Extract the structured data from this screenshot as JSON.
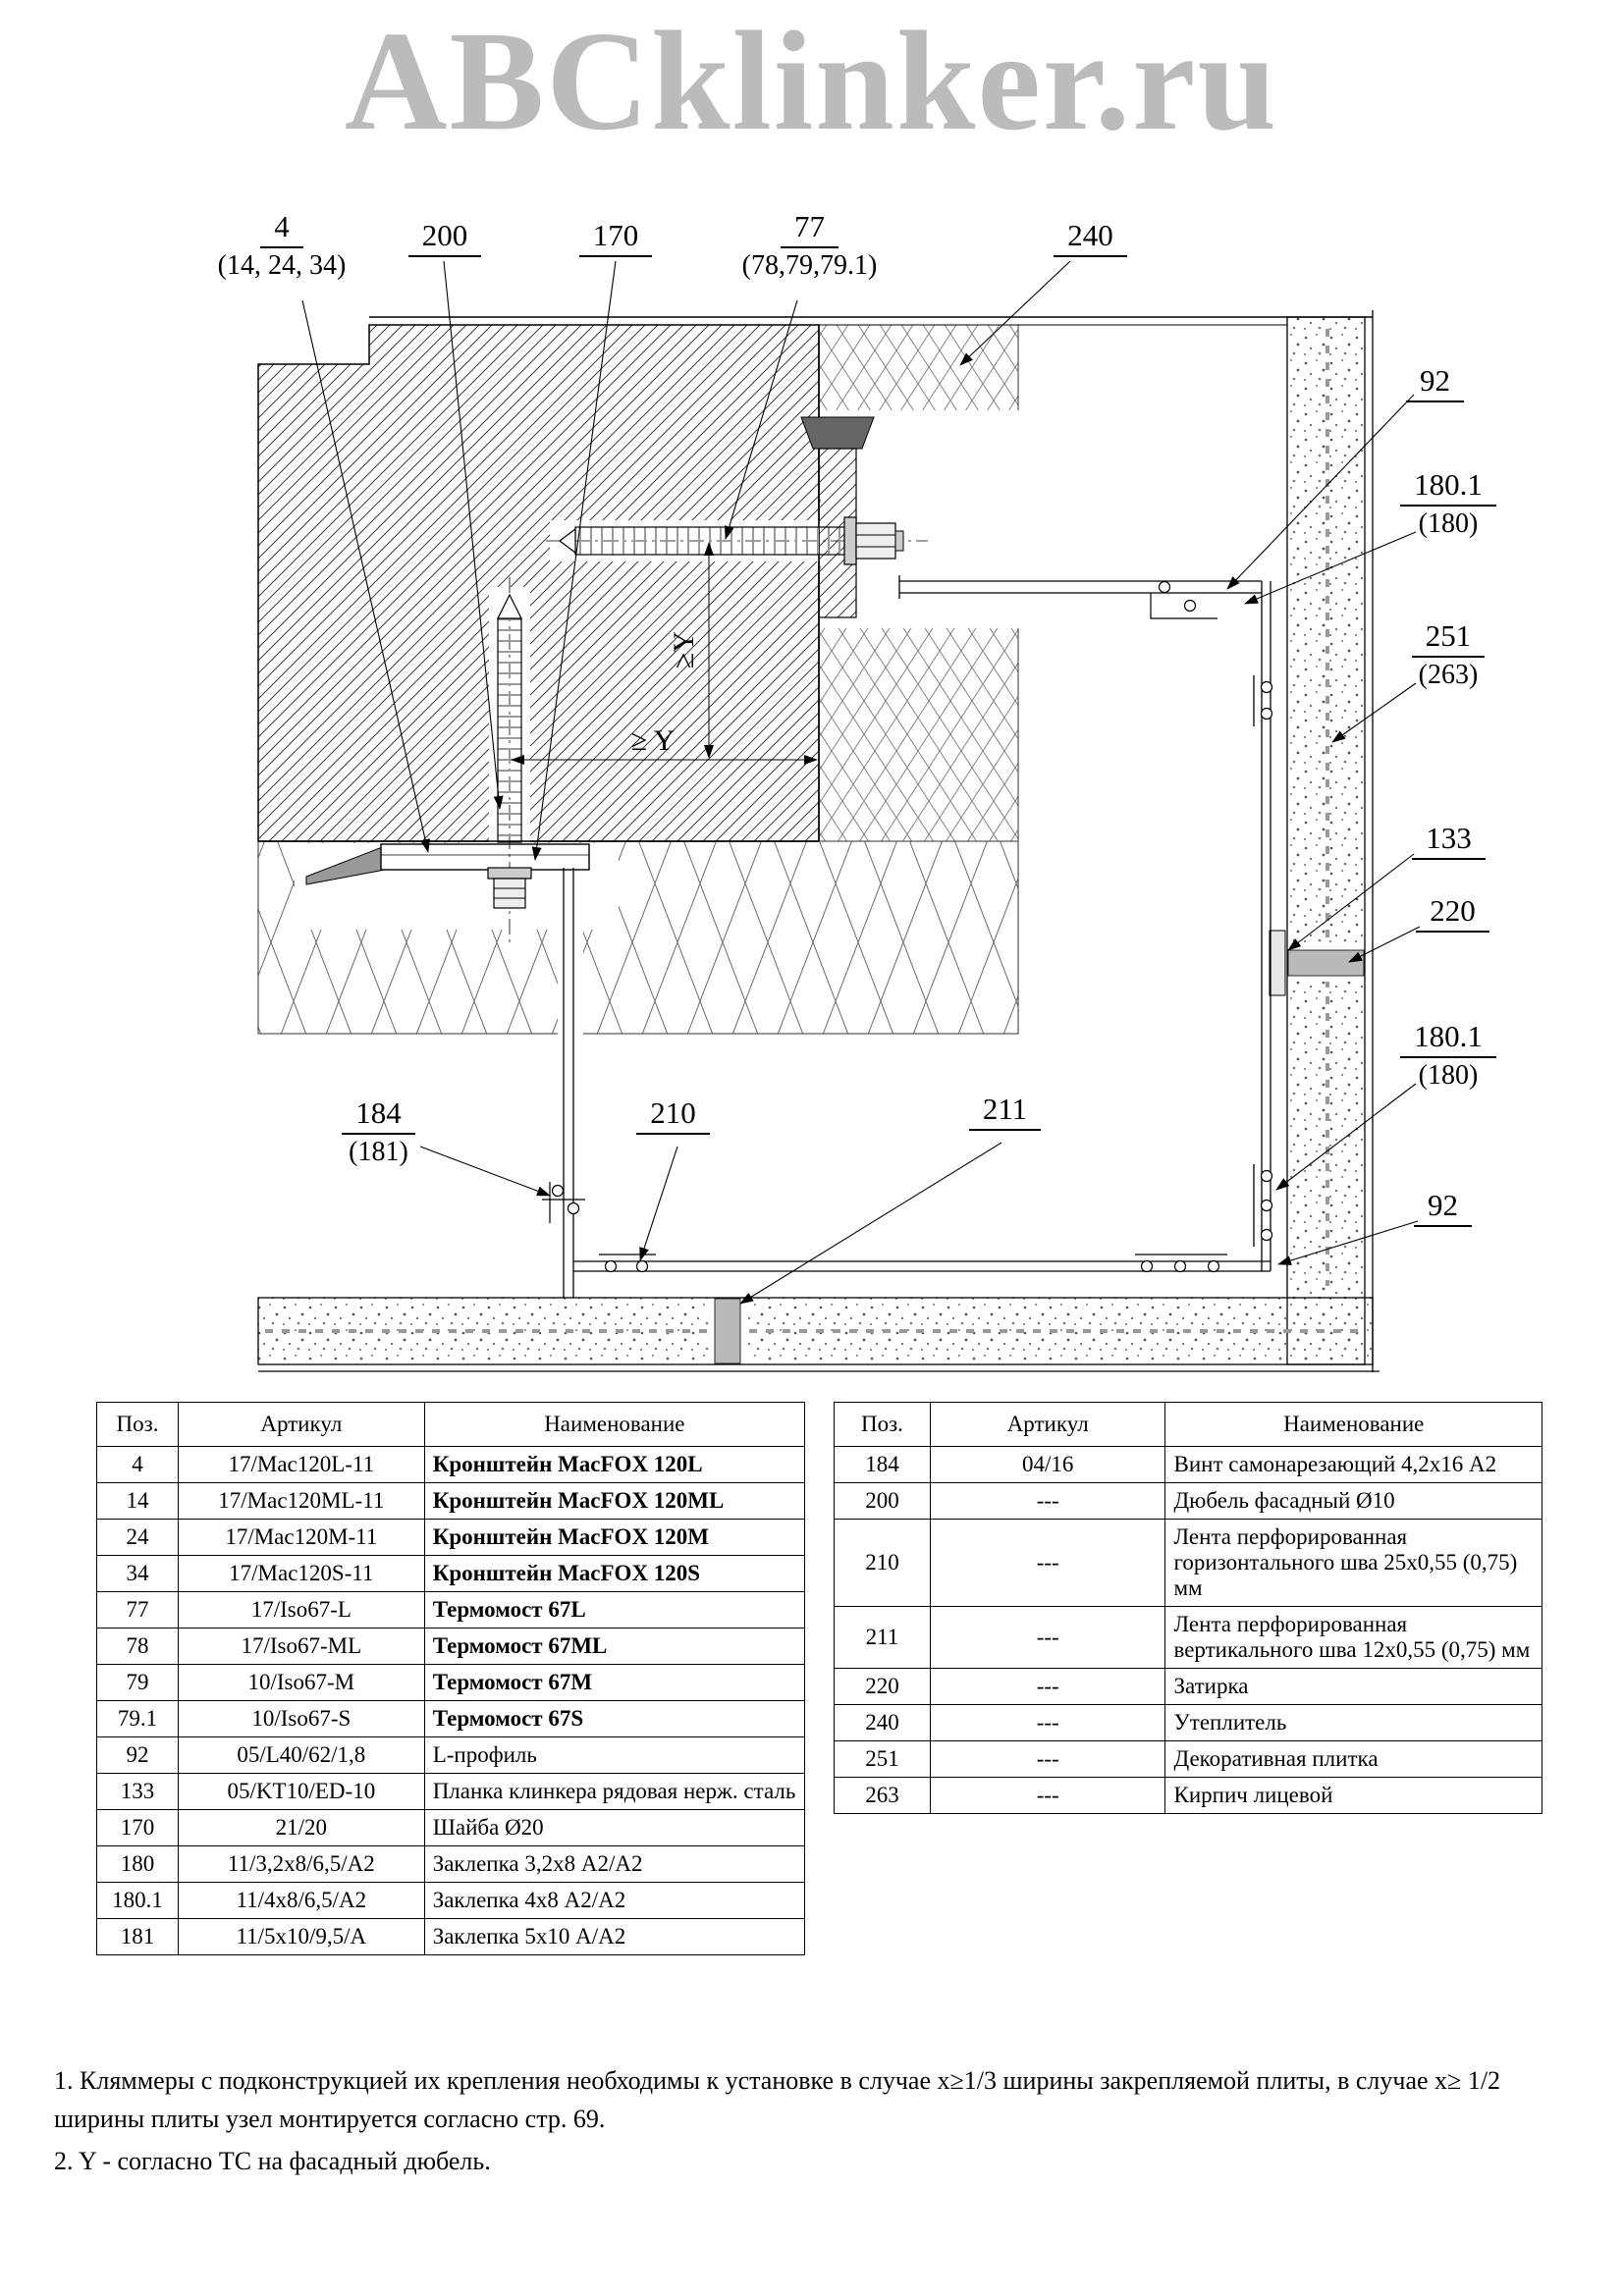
{
  "watermark": "ABCklinker.ru",
  "drawing": {
    "dim_vertical": "≥Y",
    "dim_horizontal": "≥ Y",
    "callouts": {
      "c4": {
        "main": "4",
        "sub": "(14, 24, 34)"
      },
      "c200": {
        "main": "200"
      },
      "c170": {
        "main": "170"
      },
      "c77": {
        "main": "77",
        "sub": "(78,79,79.1)"
      },
      "c240": {
        "main": "240"
      },
      "c92_top": {
        "main": "92"
      },
      "c180_top": {
        "main": "180.1",
        "sub": "(180)"
      },
      "c251": {
        "main": "251",
        "sub": "(263)"
      },
      "c133": {
        "main": "133"
      },
      "c220": {
        "main": "220"
      },
      "c180_bottom": {
        "main": "180.1",
        "sub": "(180)"
      },
      "c92_bottom": {
        "main": "92"
      },
      "c184": {
        "main": "184",
        "sub": "(181)"
      },
      "c210": {
        "main": "210"
      },
      "c211": {
        "main": "211"
      }
    }
  },
  "tables": {
    "left": {
      "headers": {
        "pos": "Поз.",
        "art": "Артикул",
        "name": "Наименование"
      },
      "rows": [
        {
          "pos": "4",
          "art": "17/Mac120L-11",
          "name": "Кронштейн MacFOX 120L"
        },
        {
          "pos": "14",
          "art": "17/Mac120ML-11",
          "name": "Кронштейн MacFOX 120ML"
        },
        {
          "pos": "24",
          "art": "17/Mac120M-11",
          "name": "Кронштейн MacFOX 120M"
        },
        {
          "pos": "34",
          "art": "17/Mac120S-11",
          "name": "Кронштейн MacFOX 120S"
        },
        {
          "pos": "77",
          "art": "17/Iso67-L",
          "name": "Термомост 67L"
        },
        {
          "pos": "78",
          "art": "17/Iso67-ML",
          "name": "Термомост 67ML"
        },
        {
          "pos": "79",
          "art": "10/Iso67-M",
          "name": "Термомост 67M"
        },
        {
          "pos": "79.1",
          "art": "10/Iso67-S",
          "name": "Термомост 67S"
        },
        {
          "pos": "92",
          "art": "05/L40/62/1,8",
          "name": "L-профиль"
        },
        {
          "pos": "133",
          "art": "05/KT10/ED-10",
          "name": "Планка клинкера рядовая нерж. сталь"
        },
        {
          "pos": "170",
          "art": "21/20",
          "name": "Шайба Ø20"
        },
        {
          "pos": "180",
          "art": "11/3,2x8/6,5/A2",
          "name": "Заклепка 3,2x8 А2/А2"
        },
        {
          "pos": "180.1",
          "art": "11/4x8/6,5/A2",
          "name": "Заклепка 4x8 А2/А2"
        },
        {
          "pos": "181",
          "art": "11/5x10/9,5/A",
          "name": "Заклепка 5x10 А/А2"
        }
      ]
    },
    "right": {
      "headers": {
        "pos": "Поз.",
        "art": "Артикул",
        "name": "Наименование"
      },
      "rows": [
        {
          "pos": "184",
          "art": "04/16",
          "name": "Винт самонарезающий 4,2x16 А2"
        },
        {
          "pos": "200",
          "art": "---",
          "name": "Дюбель фасадный Ø10"
        },
        {
          "pos": "210",
          "art": "---",
          "name": "Лента перфорированная горизонтального шва 25x0,55 (0,75) мм"
        },
        {
          "pos": "211",
          "art": "---",
          "name": "Лента перфорированная вертикального шва 12x0,55 (0,75) мм"
        },
        {
          "pos": "220",
          "art": "---",
          "name": "Затирка"
        },
        {
          "pos": "240",
          "art": "---",
          "name": "Утеплитель"
        },
        {
          "pos": "251",
          "art": "---",
          "name": "Декоративная плитка"
        },
        {
          "pos": "263",
          "art": "---",
          "name": "Кирпич лицевой"
        }
      ]
    }
  },
  "notes": [
    "1. Кляммеры с подконструкцией их крепления необходимы к установке в случае x≥1/3 ширины закрепляемой плиты, в случае x≥ 1/2 ширины плиты узел монтируется согласно стр. 69.",
    "2. Y - согласно ТС на фасадный дюбель."
  ]
}
